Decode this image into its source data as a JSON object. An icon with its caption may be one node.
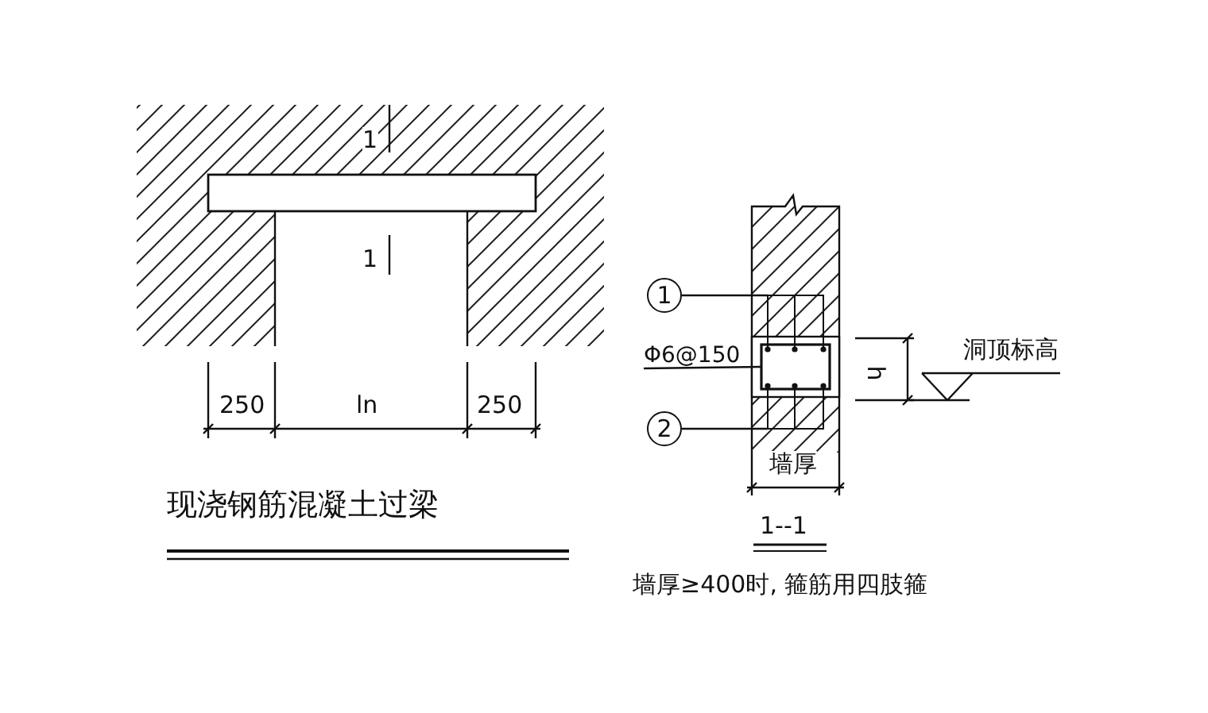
{
  "diagram": {
    "title": "现浇钢筋混凝土过梁",
    "nodes": [
      {
        "text": [
          "1"
        ]
      },
      {
        "text": [
          "2"
        ]
      },
      {
        "text": [
          "Φ6@150"
        ]
      },
      {
        "text": [],
        "shape": "bar"
      },
      {
        "text": [],
        "shape": "box"
      },
      {
        "text": [],
        "shape": "bar"
      }
    ],
    "edges": [
      {
        "from": 0,
        "to": 3,
        "arrow": "none"
      },
      {
        "from": 1,
        "to": 5,
        "arrow": "none"
      },
      {
        "from": 2,
        "to": 4,
        "arrow": "none"
      }
    ],
    "labels": [
      "1",
      "1",
      "250",
      "ln",
      "250",
      "h",
      "洞顶标高",
      "墙厚",
      "1--1",
      "墙厚≥400时, 箍筋用四肢箍"
    ]
  }
}
